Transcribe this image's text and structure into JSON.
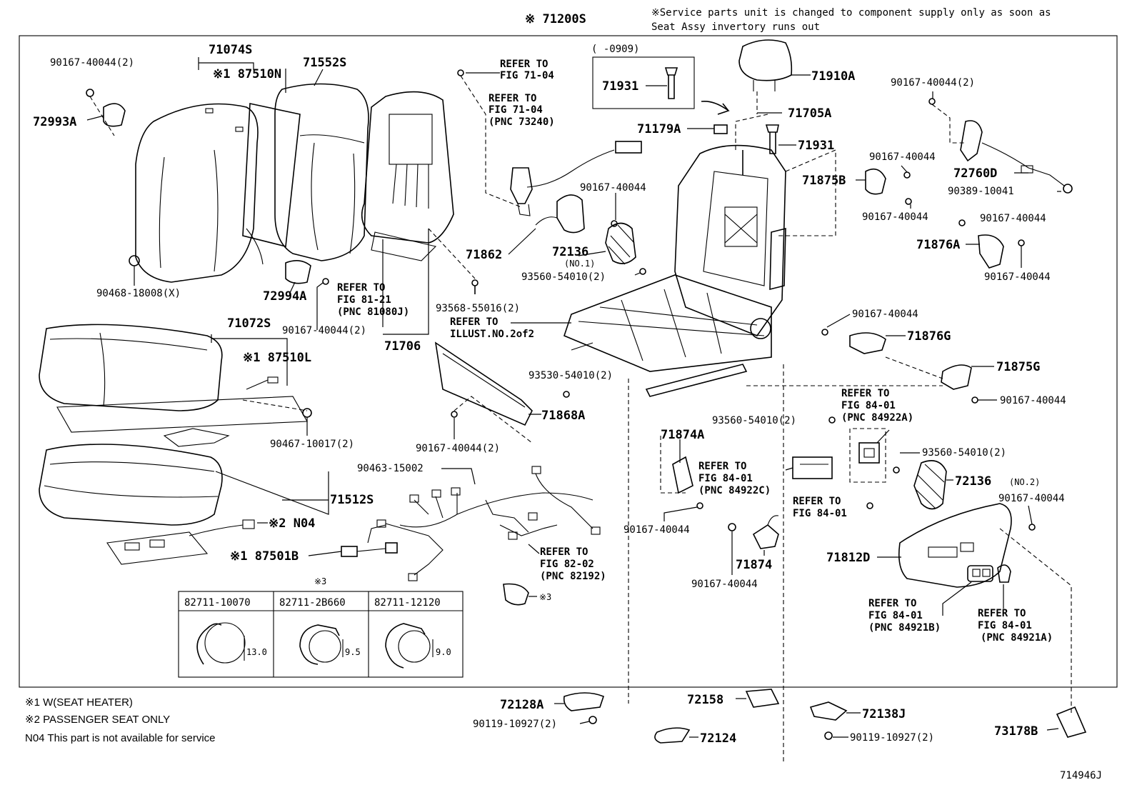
{
  "header": {
    "assembly_code": "※ 71200S",
    "service_note_line1": "※Service parts unit is changed to component supply only as soon as",
    "service_note_line2": "Seat Assy invertory runs out"
  },
  "callouts": [
    {
      "text": "71074S"
    },
    {
      "text": "※1 87510N"
    },
    {
      "text": "71552S"
    },
    {
      "text": "90167-40044(2)"
    },
    {
      "text": "72993A"
    },
    {
      "text": "90468-18008(X)"
    },
    {
      "text": "72994A"
    },
    {
      "text": "90167-40044(2)"
    },
    {
      "text": "71706"
    },
    {
      "text": "71072S"
    },
    {
      "text": "※1 87510L"
    },
    {
      "text": "90467-10017(2)"
    },
    {
      "text": "71512S"
    },
    {
      "text": "※2 N04"
    },
    {
      "text": "※1 87501B"
    },
    {
      "text": "REFER TO"
    },
    {
      "text": "FIG 71-04"
    },
    {
      "text": "REFER TO"
    },
    {
      "text": "FIG 71-04"
    },
    {
      "text": "(PNC 73240)"
    },
    {
      "text": "90167-40044"
    },
    {
      "text": "71862"
    },
    {
      "text": "72136"
    },
    {
      "text": "(NO.1)"
    },
    {
      "text": "93560-54010(2)"
    },
    {
      "text": "REFER TO"
    },
    {
      "text": "FIG 81-21"
    },
    {
      "text": "(PNC 81080J)"
    },
    {
      "text": "93568-55016(2)"
    },
    {
      "text": "REFER TO"
    },
    {
      "text": "ILLUST.NO.2of2"
    },
    {
      "text": "93530-54010(2)"
    },
    {
      "text": "71868A"
    },
    {
      "text": "90167-40044(2)"
    },
    {
      "text": "90463-15002"
    },
    {
      "text": "REFER TO"
    },
    {
      "text": "FIG 82-02"
    },
    {
      "text": "(PNC 82192)"
    },
    {
      "text": "※3"
    },
    {
      "text": "(      -0909)"
    },
    {
      "text": "71931"
    },
    {
      "text": "71910A"
    },
    {
      "text": "71705A"
    },
    {
      "text": "71179A"
    },
    {
      "text": "71931"
    },
    {
      "text": "90167-40044(2)"
    },
    {
      "text": "90167-40044"
    },
    {
      "text": "71875B"
    },
    {
      "text": "72760D"
    },
    {
      "text": "90389-10041"
    },
    {
      "text": "90167-40044"
    },
    {
      "text": "90167-40044"
    },
    {
      "text": "71876A"
    },
    {
      "text": "90167-40044"
    },
    {
      "text": "90167-40044"
    },
    {
      "text": "71876G"
    },
    {
      "text": "71875G"
    },
    {
      "text": "90167-40044"
    },
    {
      "text": "REFER TO"
    },
    {
      "text": "FIG 84-01"
    },
    {
      "text": "(PNC 84922A)"
    },
    {
      "text": "93560-54010(2)"
    },
    {
      "text": "71874A"
    },
    {
      "text": "REFER TO"
    },
    {
      "text": "FIG 84-01"
    },
    {
      "text": "(PNC 84922C)"
    },
    {
      "text": "93560-54010(2)"
    },
    {
      "text": "72136"
    },
    {
      "text": "(NO.2)"
    },
    {
      "text": "REFER TO"
    },
    {
      "text": "FIG 84-01"
    },
    {
      "text": "90167-40044"
    },
    {
      "text": "90167-40044"
    },
    {
      "text": "71874"
    },
    {
      "text": "90167-40044"
    },
    {
      "text": "71812D"
    },
    {
      "text": "REFER TO"
    },
    {
      "text": "FIG 84-01"
    },
    {
      "text": "(PNC 84921B)"
    },
    {
      "text": "REFER TO"
    },
    {
      "text": "FIG 84-01"
    },
    {
      "text": "(PNC 84921A)"
    }
  ],
  "clip_table": {
    "title": "※3",
    "columns": [
      "82711-10070",
      "82711-2B660",
      "82711-12120"
    ],
    "dimensions": [
      "13.0",
      "9.5",
      "9.0"
    ]
  },
  "legend": {
    "line1": "※1 W(SEAT HEATER)",
    "line2": "※2 PASSENGER SEAT ONLY",
    "line3": "N04  This part is not available for service"
  },
  "outside_parts": [
    {
      "text": "72128A"
    },
    {
      "text": "90119-10927(2)"
    },
    {
      "text": "72124"
    },
    {
      "text": "72158"
    },
    {
      "text": "72138J"
    },
    {
      "text": "90119-10927(2)"
    },
    {
      "text": "73178B"
    }
  ],
  "figure_id": "714946J"
}
